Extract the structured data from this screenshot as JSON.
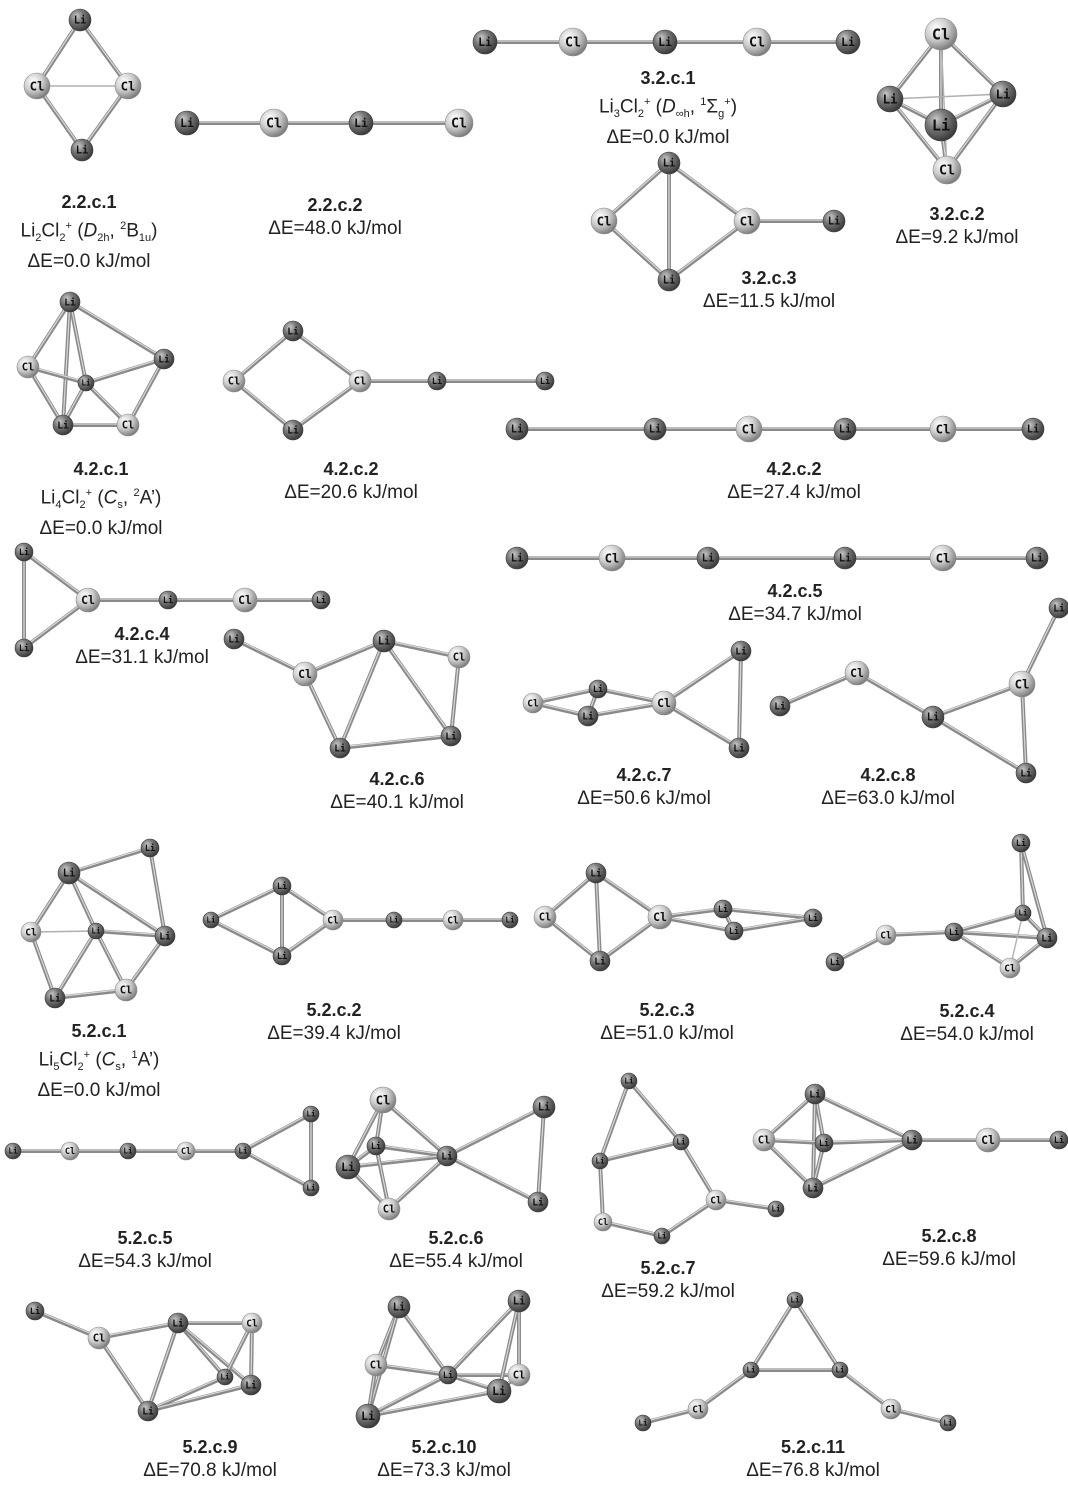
{
  "figure": {
    "element_labels": {
      "Li": "Li",
      "Cl": "Cl"
    },
    "energy_unit": "kJ/mol",
    "colors": {
      "li_atom": "#6e6e6e",
      "cl_atom": "#d8d8d8",
      "bond": "#8a8a8a",
      "text": "#222222"
    }
  },
  "isomers": [
    {
      "id": "2.2.c.1",
      "energy": "ΔE=0.0 kJ/mol",
      "formula": {
        "base": "Li",
        "n1": "2",
        "mid": "Cl",
        "n2": "2",
        "charge": "+",
        "group_pre": "D",
        "group_sub": "2h",
        "state_mult": "2",
        "state_sym": "B",
        "state_sub": "1u",
        "state_sup": ""
      }
    },
    {
      "id": "2.2.c.2",
      "energy": "ΔE=48.0 kJ/mol"
    },
    {
      "id": "3.2.c.1",
      "energy": "ΔE=0.0 kJ/mol",
      "formula": {
        "base": "Li",
        "n1": "3",
        "mid": "Cl",
        "n2": "2",
        "charge": "+",
        "group_pre": "D",
        "group_sub": "∞h",
        "state_mult": "1",
        "state_sym": "Σ",
        "state_sub": "g",
        "state_sup": "+"
      }
    },
    {
      "id": "3.2.c.2",
      "energy": "ΔE=9.2 kJ/mol"
    },
    {
      "id": "3.2.c.3",
      "energy": "ΔE=11.5 kJ/mol"
    },
    {
      "id": "4.2.c.1",
      "energy": "ΔE=0.0 kJ/mol",
      "formula": {
        "base": "Li",
        "n1": "4",
        "mid": "Cl",
        "n2": "2",
        "charge": "+",
        "group_pre": "C",
        "group_sub": "s",
        "state_mult": "2",
        "state_sym": "A’",
        "state_sub": "",
        "state_sup": ""
      }
    },
    {
      "id": "4.2.c.2",
      "energy": "ΔE=20.6 kJ/mol"
    },
    {
      "id": "4.2.c.2",
      "energy": "ΔE=27.4 kJ/mol"
    },
    {
      "id": "4.2.c.4",
      "energy": "ΔE=31.1 kJ/mol"
    },
    {
      "id": "4.2.c.5",
      "energy": "ΔE=34.7 kJ/mol"
    },
    {
      "id": "4.2.c.6",
      "energy": "ΔE=40.1 kJ/mol"
    },
    {
      "id": "4.2.c.7",
      "energy": "ΔE=50.6 kJ/mol"
    },
    {
      "id": "4.2.c.8",
      "energy": "ΔE=63.0 kJ/mol"
    },
    {
      "id": "5.2.c.1",
      "energy": "ΔE=0.0 kJ/mol",
      "formula": {
        "base": "Li",
        "n1": "5",
        "mid": "Cl",
        "n2": "2",
        "charge": "+",
        "group_pre": "C",
        "group_sub": "s",
        "state_mult": "1",
        "state_sym": "A’",
        "state_sub": "",
        "state_sup": ""
      }
    },
    {
      "id": "5.2.c.2",
      "energy": "ΔE=39.4 kJ/mol"
    },
    {
      "id": "5.2.c.3",
      "energy": "ΔE=51.0 kJ/mol"
    },
    {
      "id": "5.2.c.4",
      "energy": "ΔE=54.0 kJ/mol"
    },
    {
      "id": "5.2.c.5",
      "energy": "ΔE=54.3 kJ/mol"
    },
    {
      "id": "5.2.c.6",
      "energy": "ΔE=55.4 kJ/mol"
    },
    {
      "id": "5.2.c.7",
      "energy": "ΔE=59.2 kJ/mol"
    },
    {
      "id": "5.2.c.8",
      "energy": "ΔE=59.6 kJ/mol"
    },
    {
      "id": "5.2.c.9",
      "energy": "ΔE=70.8 kJ/mol"
    },
    {
      "id": "5.2.c.10",
      "energy": "ΔE=73.3 kJ/mol"
    },
    {
      "id": "5.2.c.11",
      "energy": "ΔE=76.8 kJ/mol"
    }
  ]
}
